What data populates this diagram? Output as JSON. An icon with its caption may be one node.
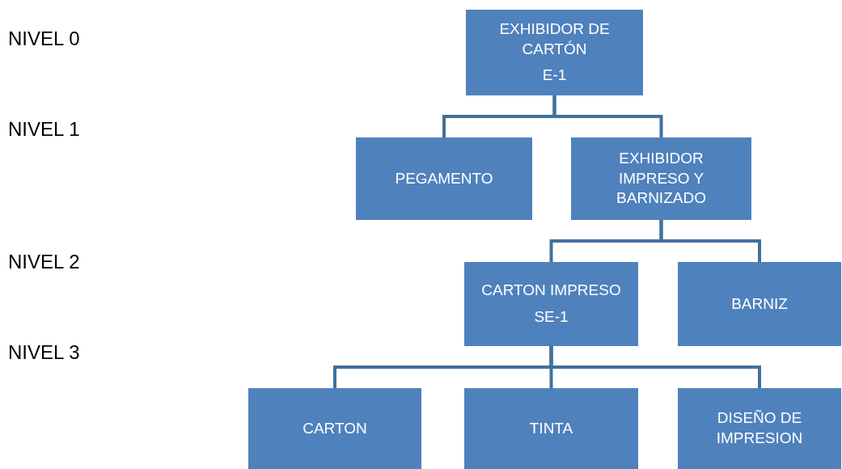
{
  "diagram": {
    "nodes": [
      {
        "text": [
          "EXHIBIDOR DE CARTÓN",
          "E-1"
        ]
      },
      {
        "text": [
          "PEGAMENTO"
        ]
      },
      {
        "text": [
          "EXHIBIDOR IMPRESO Y BARNIZADO"
        ]
      },
      {
        "text": [
          "CARTON IMPRESO",
          "SE-1"
        ]
      },
      {
        "text": [
          "BARNIZ"
        ]
      },
      {
        "text": [
          "CARTON"
        ]
      },
      {
        "text": [
          "TINTA"
        ]
      },
      {
        "text": [
          "DISEÑO DE IMPRESION"
        ]
      }
    ],
    "edges": [
      {
        "from": 0,
        "to": 1,
        "arrow": "none"
      },
      {
        "from": 0,
        "to": 2,
        "arrow": "none"
      },
      {
        "from": 2,
        "to": 3,
        "arrow": "none"
      },
      {
        "from": 2,
        "to": 4,
        "arrow": "none"
      },
      {
        "from": 3,
        "to": 5,
        "arrow": "none"
      },
      {
        "from": 3,
        "to": 6,
        "arrow": "none"
      },
      {
        "from": 3,
        "to": 7,
        "arrow": "none"
      }
    ],
    "labels": [
      "NIVEL 0",
      "NIVEL 1",
      "NIVEL 2",
      "NIVEL 3"
    ]
  }
}
